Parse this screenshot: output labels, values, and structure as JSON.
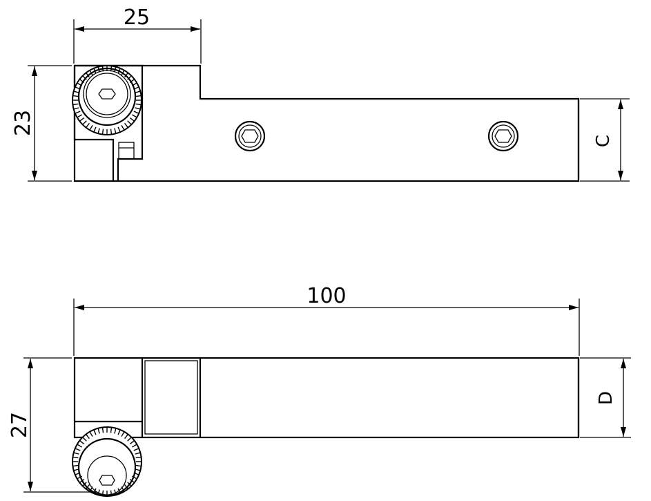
{
  "top_view": {
    "dim_width": "25",
    "dim_height": "23",
    "dim_right": "C"
  },
  "bottom_view": {
    "dim_length": "100",
    "dim_height": "27",
    "dim_right": "D"
  }
}
